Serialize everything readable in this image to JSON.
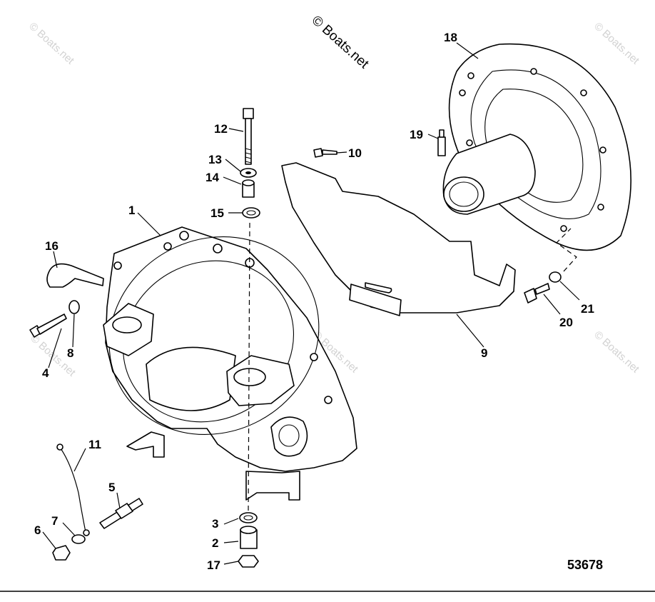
{
  "watermark": {
    "main": "© Boats.net",
    "faint": "© Boats.net"
  },
  "drawing_number": "53678",
  "callouts": {
    "c1": "1",
    "c2": "2",
    "c3": "3",
    "c4": "4",
    "c5": "5",
    "c6": "6",
    "c7": "7",
    "c8": "8",
    "c9": "9",
    "c10": "10",
    "c11": "11",
    "c12": "12",
    "c13": "13",
    "c14": "14",
    "c15": "15",
    "c16": "16",
    "c17": "17",
    "c18": "18",
    "c19": "19",
    "c20": "20",
    "c21": "21"
  }
}
